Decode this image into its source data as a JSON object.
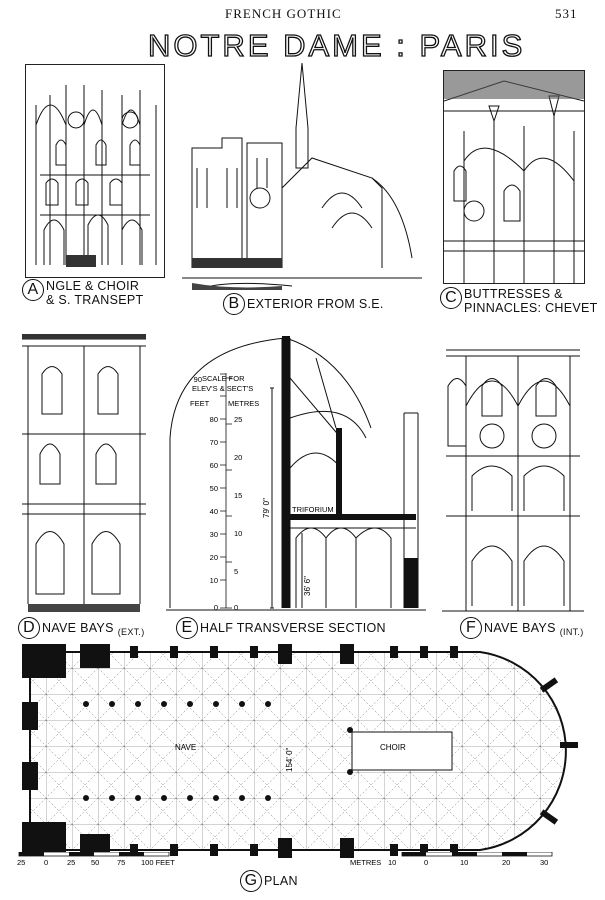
{
  "header": {
    "running_title": "FRENCH GOTHIC",
    "page_number": "531"
  },
  "title": "NOTRE DAME : PARIS",
  "figures": {
    "A": {
      "letter": "A",
      "line1": "NGLE & CHOIR",
      "line2": "& S. TRANSEPT"
    },
    "B": {
      "letter": "B",
      "line1": "EXTERIOR FROM S.E."
    },
    "C": {
      "letter": "C",
      "line1": "BUTTRESSES &",
      "line2": "PINNACLES: CHEVET"
    },
    "D": {
      "letter": "D",
      "line1": "NAVE BAYS",
      "note": "(EXT.)"
    },
    "E": {
      "letter": "E",
      "line1": "HALF TRANSVERSE SECTION"
    },
    "F": {
      "letter": "F",
      "line1": "NAVE BAYS",
      "note": "(INT.)"
    },
    "G": {
      "letter": "G",
      "line1": "PLAN"
    }
  },
  "section_labels": {
    "scale_title_1": "SCALE FOR",
    "scale_title_2": "ELEV'S & SECT'S",
    "feet": "FEET",
    "metres": "METRES",
    "feet_ticks": [
      "90",
      "80",
      "70",
      "60",
      "50",
      "40",
      "30",
      "20",
      "10",
      "0"
    ],
    "metre_ticks": [
      "25",
      "20",
      "15",
      "10",
      "5",
      "0"
    ],
    "height_total": "79' 0\"",
    "height_arcade": "36' 6\"",
    "triforium": "TRIFORIUM"
  },
  "plan_labels": {
    "nave": "NAVE",
    "choir": "CHOIR",
    "width": "154' 0\"",
    "feet_scale": [
      "25",
      "0",
      "25",
      "50",
      "75",
      "100 FEET"
    ],
    "metres_label": "METRES",
    "metre_scale": [
      "10",
      "0",
      "10",
      "20",
      "30"
    ]
  }
}
